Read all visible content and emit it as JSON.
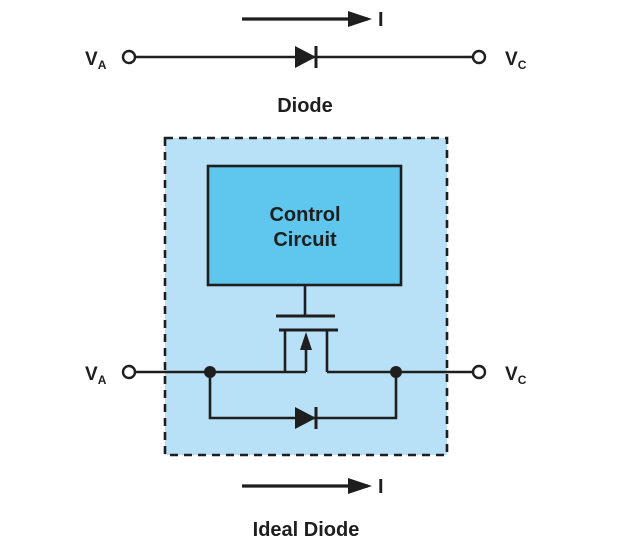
{
  "top_diagram": {
    "current_label": "I",
    "terminal_left": {
      "main": "V",
      "sub": "A"
    },
    "terminal_right": {
      "main": "V",
      "sub": "C"
    },
    "caption": "Diode"
  },
  "bottom_diagram": {
    "control_block": {
      "line1": "Control",
      "line2": "Circuit"
    },
    "terminal_left": {
      "main": "V",
      "sub": "A"
    },
    "terminal_right": {
      "main": "V",
      "sub": "C"
    },
    "current_label": "I",
    "caption": "Ideal Diode"
  },
  "colors": {
    "ink": "#1e1e1e",
    "enclosure_fill": "#b8e0f6",
    "control_fill": "#5fc6ee"
  }
}
